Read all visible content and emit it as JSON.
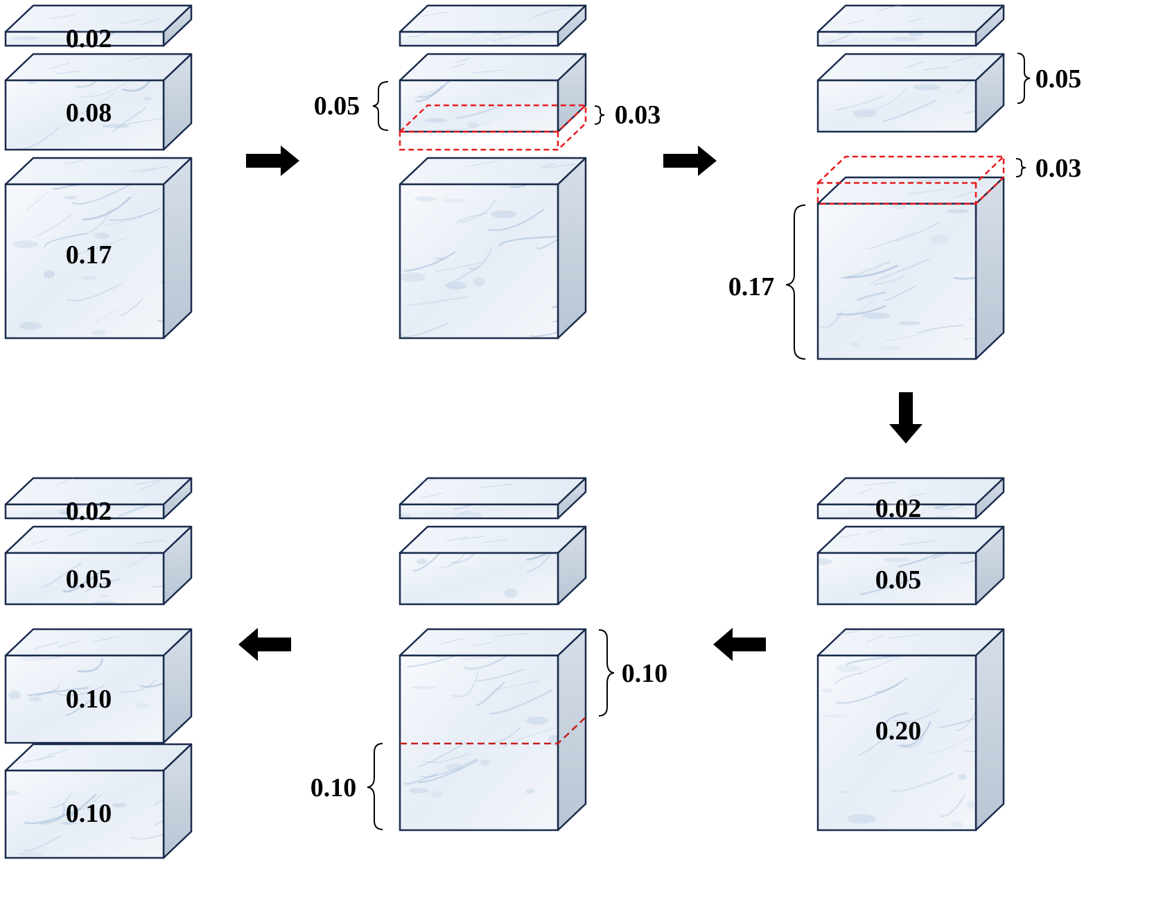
{
  "colors": {
    "edge": "#1a2b4c",
    "face_front": "#eef3f9",
    "face_top": "#f4f7fb",
    "face_side": "#c7d1de",
    "marble_vein": "#9fb8d6",
    "highlight_dash": "#e8191b",
    "split_dash": "#c41e1e",
    "arrow": "#000000"
  },
  "stages": [
    {
      "id": "stage-1",
      "blocks": [
        {
          "name": "slab-top",
          "label": "0.02"
        },
        {
          "name": "slab-middle",
          "label": "0.08"
        },
        {
          "name": "slab-bottom",
          "label": "0.17"
        }
      ]
    },
    {
      "id": "stage-2",
      "annotations": [
        {
          "name": "brace-left-label",
          "text": "0.05"
        },
        {
          "name": "brace-right-label",
          "text": "0.03"
        }
      ]
    },
    {
      "id": "stage-3",
      "annotations": [
        {
          "name": "brace-middle-label",
          "text": "0.05"
        },
        {
          "name": "brace-added-label",
          "text": "0.03"
        },
        {
          "name": "brace-bottom-label",
          "text": "0.17"
        }
      ]
    },
    {
      "id": "stage-4",
      "blocks": [
        {
          "name": "slab-top",
          "label": "0.02"
        },
        {
          "name": "slab-middle",
          "label": "0.05"
        },
        {
          "name": "slab-bottom",
          "label": "0.20"
        }
      ]
    },
    {
      "id": "stage-5",
      "annotations": [
        {
          "name": "brace-upper-label",
          "text": "0.10"
        },
        {
          "name": "brace-lower-label",
          "text": "0.10"
        }
      ]
    },
    {
      "id": "stage-6",
      "blocks": [
        {
          "name": "slab-top",
          "label": "0.02"
        },
        {
          "name": "slab-middle",
          "label": "0.05"
        },
        {
          "name": "slab-lower-1",
          "label": "0.10"
        },
        {
          "name": "slab-lower-2",
          "label": "0.10"
        }
      ]
    }
  ],
  "arrows": [
    {
      "name": "arrow-right-1",
      "direction": "right"
    },
    {
      "name": "arrow-right-2",
      "direction": "right"
    },
    {
      "name": "arrow-down",
      "direction": "down"
    },
    {
      "name": "arrow-left-1",
      "direction": "left"
    },
    {
      "name": "arrow-left-2",
      "direction": "left"
    }
  ]
}
